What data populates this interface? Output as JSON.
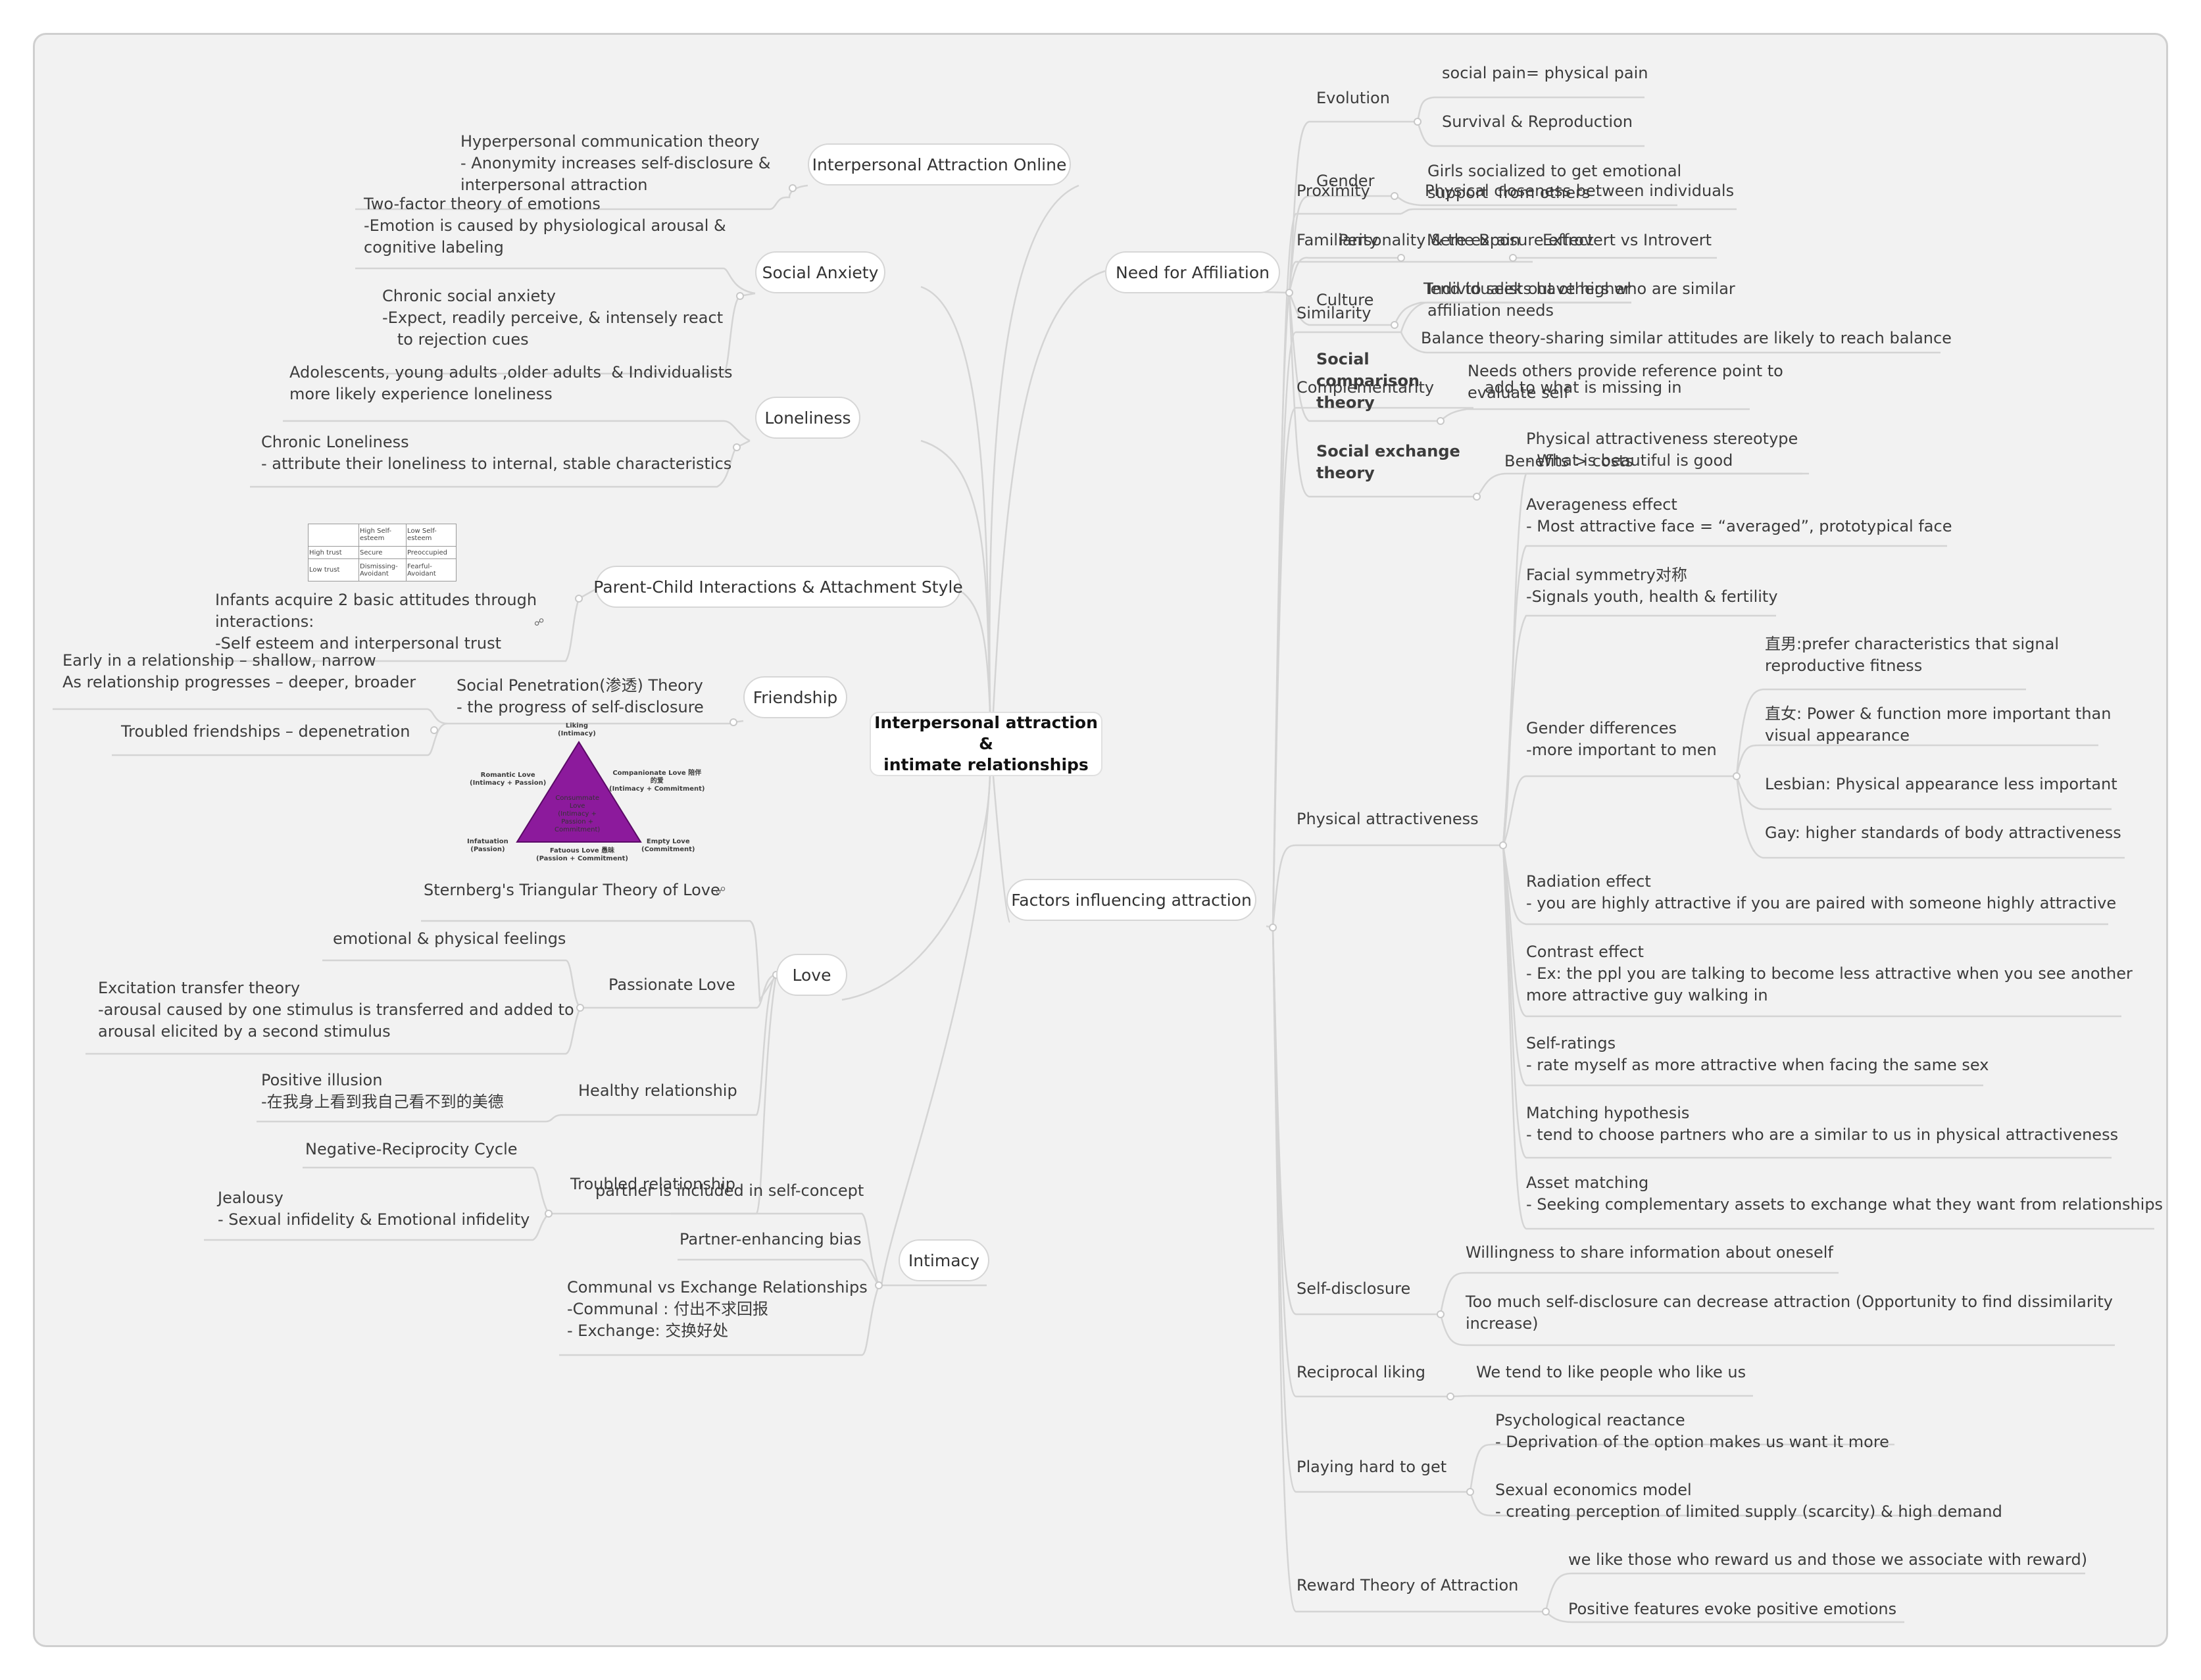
{
  "center": "Interpersonal attraction &\nintimate relationships",
  "left": {
    "online": {
      "label": "Interpersonal Attraction Online",
      "items": [
        "Hyperpersonal communication theory\n- Anonymity increases self-disclosure &\ninterpersonal attraction"
      ]
    },
    "social_anxiety": {
      "label": "Social Anxiety",
      "items": [
        "Two-factor theory of emotions\n-Emotion is caused by physiological arousal &\ncognitive labeling",
        "Chronic social anxiety\n-Expect, readily perceive, & intensely react\n   to rejection cues"
      ]
    },
    "loneliness": {
      "label": "Loneliness",
      "items": [
        "Adolescents, young adults ,older adults  & Individualists\nmore likely experience loneliness",
        "Chronic Loneliness\n- attribute their loneliness to internal, stable characteristics"
      ]
    },
    "parent_child": {
      "label": "Parent-Child Interactions & Attachment Style",
      "items": [
        "Infants acquire 2 basic attitudes through\ninteractions:\n-Self esteem and interpersonal trust"
      ],
      "table": {
        "cols": [
          "",
          "High Self-\nesteem",
          "Low Self-\nesteem"
        ],
        "rows": [
          [
            "High trust",
            "Secure",
            "Preoccupied"
          ],
          [
            "Low trust",
            "Dismissing-\nAvoidant",
            "Fearful-\nAvoidant"
          ]
        ]
      }
    },
    "friendship": {
      "label": "Friendship",
      "penetration": "Social Penetration(渗透) Theory\n- the progress of self-disclosure",
      "sub": [
        "Early in a relationship – shallow, narrow\nAs relationship progresses – deeper, broader",
        "Troubled friendships – depenetration"
      ]
    },
    "love": {
      "label": "Love",
      "sternberg": "Sternberg's Triangular Theory of Love",
      "triangle": {
        "top": "Liking\n(Intimacy)",
        "left": "Romantic Love\n(Intimacy + Passion)",
        "right": "Companionate Love 陪伴\n的爱\n(Intimacy + Commitment)",
        "bottom_left": "Infatuation\n(Passion)",
        "bottom_right": "Empty Love\n(Commitment)",
        "bottom": "Fatuous Love 愚昧\n(Passion + Commitment)",
        "inside": "Consummate\nLove\n(Intimacy +\nPassion +\nCommitment)"
      },
      "passionate": {
        "label": "Passionate Love",
        "items": [
          "emotional & physical feelings",
          "Excitation transfer theory\n-arousal caused by one stimulus is transferred and added to\narousal elicited by a second stimulus"
        ]
      },
      "healthy": {
        "label": "Healthy relationship",
        "items": [
          "Positive illusion\n-在我身上看到我自己看不到的美德"
        ]
      },
      "troubled": {
        "label": "Troubled relationship",
        "items": [
          "Negative-Reciprocity Cycle",
          "Jealousy\n- Sexual infidelity & Emotional infidelity"
        ]
      }
    },
    "intimacy": {
      "label": "Intimacy",
      "items": [
        "partner is included in self-concept",
        "Partner-enhancing bias",
        "Communal vs Exchange Relationships\n-Communal : 付出不求回报\n- Exchange: 交换好处"
      ]
    }
  },
  "right": {
    "need": {
      "label": "Need for Affiliation",
      "evolution": {
        "label": "Evolution",
        "items": [
          "social pain= physical pain",
          "Survival & Reproduction"
        ]
      },
      "gender": {
        "label": "Gender",
        "items": [
          "Girls socialized to get emotional\nsupport  from others"
        ]
      },
      "personality": {
        "label": "Personality & the Brain",
        "items": [
          "Extrovert vs Introvert"
        ]
      },
      "culture": {
        "label": "Culture",
        "items": [
          "Individualists have higher\naffiliation needs"
        ]
      },
      "social_comparison": {
        "label": "Social\ncomparison\ntheory",
        "items": [
          "Needs others provide reference point to\nevaluate self"
        ]
      },
      "social_exchange": {
        "label": "Social exchange\ntheory",
        "items": [
          "Benefits > costs"
        ]
      }
    },
    "factors": {
      "label": "Factors influencing attraction",
      "proximity": {
        "label": "Proximity",
        "items": [
          "Physical closeness between individuals"
        ]
      },
      "familiarity": {
        "label": "Familiarity",
        "items": [
          "Mere exposure effect"
        ]
      },
      "similarity": {
        "label": "Similarity",
        "items": [
          "Tend to seek out others who are similar",
          "Balance theory-sharing similar attitudes are likely to reach balance"
        ]
      },
      "complementarity": {
        "label": "Complementarity",
        "items": [
          "add to what is missing in"
        ]
      },
      "physical": {
        "label": "Physical attractiveness",
        "items": [
          "Physical attractiveness stereotype\n- What is beautiful is good",
          "Averageness effect\n- Most attractive face = “averaged”, prototypical face",
          "Facial symmetry对称\n-Signals youth, health & fertility",
          "Radiation effect\n- you are highly attractive if you are paired with someone highly attractive",
          "Contrast effect\n- Ex: the ppl you are talking to become less attractive when you see another\nmore attractive guy walking in",
          "Self-ratings\n- rate myself as more attractive when facing the same sex",
          "Matching hypothesis\n- tend to choose partners who are a similar to us in physical attractiveness",
          "Asset matching\n- Seeking complementary assets to exchange what they want from relationships"
        ],
        "gender": {
          "label": "Gender differences\n-more important to men",
          "items": [
            "直男:prefer characteristics that signal\nreproductive fitness",
            "直女: Power & function more important than\nvisual appearance",
            "Lesbian: Physical appearance less important",
            "Gay: higher standards of body attractiveness"
          ]
        }
      },
      "self_disclosure": {
        "label": "Self-disclosure",
        "items": [
          "Willingness to share information about oneself",
          "Too much self-disclosure can decrease attraction (Opportunity to find dissimilarity\nincrease)"
        ]
      },
      "reciprocal": {
        "label": "Reciprocal liking",
        "items": [
          "We tend to like people who like us"
        ]
      },
      "hard_to_get": {
        "label": "Playing hard to get",
        "items": [
          "Psychological reactance\n- Deprivation of the option makes us want it more",
          "Sexual economics model\n- creating perception of limited supply (scarcity) & high demand"
        ]
      },
      "reward": {
        "label": "Reward Theory of Attraction",
        "items": [
          "we like those who reward us and those we associate with reward)",
          "Positive features evoke positive emotions"
        ]
      }
    }
  }
}
